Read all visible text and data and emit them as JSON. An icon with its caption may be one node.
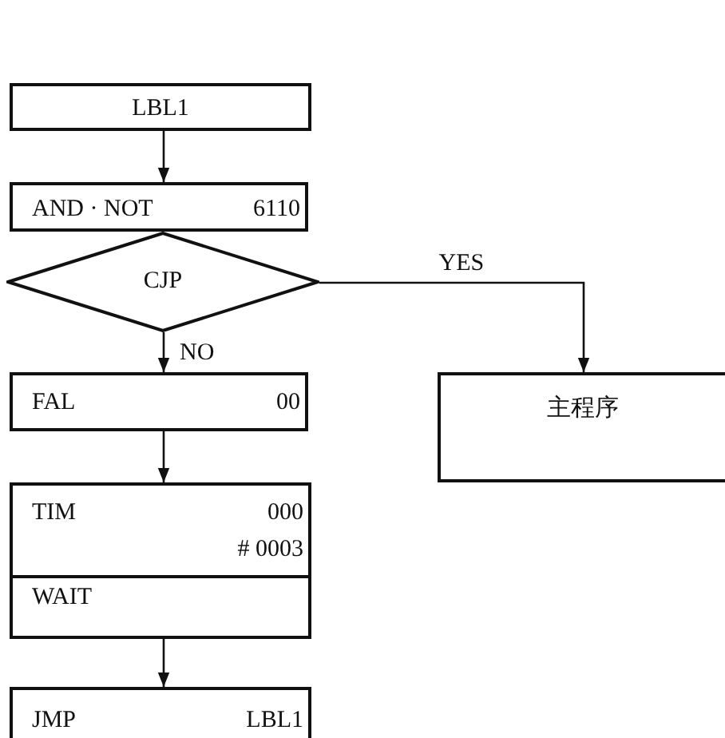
{
  "diagram": {
    "nodes": [
      {
        "text": [
          "LBL1"
        ]
      },
      {
        "text": [
          "AND · NOT",
          "6110"
        ]
      },
      {
        "text": [
          "CJP"
        ]
      },
      {
        "text": [
          "FAL",
          "00"
        ]
      },
      {
        "text": [
          "主程序"
        ]
      },
      {
        "text": [
          "TIM",
          "000",
          "# 0003",
          "WAIT"
        ]
      },
      {
        "text": [
          "JMP",
          "LBL1"
        ]
      }
    ],
    "edges": [
      {
        "from": 0,
        "to": 1,
        "arrow": "to"
      },
      {
        "from": 2,
        "to": 3,
        "arrow": "to",
        "label": "NO"
      },
      {
        "from": 2,
        "to": 4,
        "arrow": "to",
        "label": "YES"
      },
      {
        "from": 3,
        "to": 5,
        "arrow": "to"
      },
      {
        "from": 5,
        "to": 6,
        "arrow": "to"
      }
    ]
  }
}
